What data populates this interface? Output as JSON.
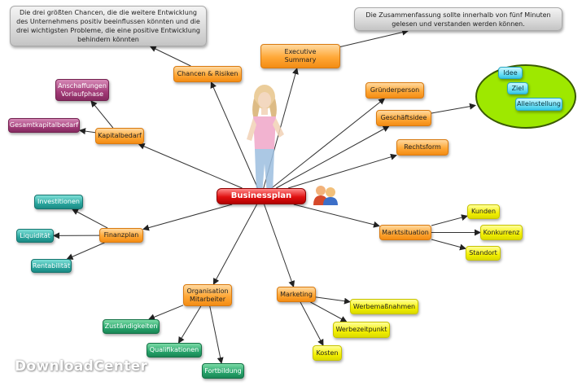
{
  "diagram": {
    "center": "Businessplan",
    "nodes": {
      "executive_summary": "Executive\nSummary",
      "chancen_risiken": "Chancen & Risiken",
      "kapitalbedarf": "Kapitalbedarf",
      "anschaffungen": "Anschaffungen\nVorlaufphase",
      "gesamtkapitalbedarf": "Gesamtkapitalbedarf",
      "gruenderperson": "Gründerperson",
      "geschaeftsidee": "Geschäftsidee",
      "idee": "Idee",
      "ziel": "Ziel",
      "alleinstellung": "Alleinstellung",
      "rechtsform": "Rechtsform",
      "finanzplan": "Finanzplan",
      "investitionen": "Investitionen",
      "liquiditaet": "Liquidität",
      "rentabilitaet": "Rentabilität",
      "marktsituation": "Marktsituation",
      "kunden": "Kunden",
      "konkurrenz": "Konkurrenz",
      "standort": "Standort",
      "organisation": "Organisation\nMitarbeiter",
      "zustaendigkeiten": "Zuständigkeiten",
      "qualifikationen": "Qualifikationen",
      "fortbildung": "Fortbildung",
      "marketing": "Marketing",
      "werbemassnahmen": "Werbemaßnahmen",
      "werbezeitpunkt": "Werbezeitpunkt",
      "kosten": "Kosten"
    },
    "notes": {
      "chancen_note": "Die drei größten Chancen, die die weitere Entwicklung des Unternehmens positiv beeinflussen könnten und die drei wichtigsten Probleme, die eine positive Entwicklung behindern könnten",
      "summary_note": "Die Zusammenfassung sollte innerhalb von fünf Minuten gelesen und verstanden werden können."
    },
    "edges": [
      [
        "center",
        "executive_summary"
      ],
      [
        "center",
        "chancen_risiken"
      ],
      [
        "center",
        "kapitalbedarf"
      ],
      [
        "center",
        "gruenderperson"
      ],
      [
        "center",
        "geschaeftsidee"
      ],
      [
        "center",
        "rechtsform"
      ],
      [
        "center",
        "finanzplan"
      ],
      [
        "center",
        "marktsituation"
      ],
      [
        "center",
        "organisation"
      ],
      [
        "center",
        "marketing"
      ],
      [
        "chancen_risiken",
        "chancen_note"
      ],
      [
        "executive_summary",
        "summary_note"
      ],
      [
        "kapitalbedarf",
        "anschaffungen"
      ],
      [
        "kapitalbedarf",
        "gesamtkapitalbedarf"
      ],
      [
        "geschaeftsidee",
        "idee_group"
      ],
      [
        "finanzplan",
        "investitionen"
      ],
      [
        "finanzplan",
        "liquiditaet"
      ],
      [
        "finanzplan",
        "rentabilitaet"
      ],
      [
        "marktsituation",
        "kunden"
      ],
      [
        "marktsituation",
        "konkurrenz"
      ],
      [
        "marktsituation",
        "standort"
      ],
      [
        "organisation",
        "zustaendigkeiten"
      ],
      [
        "organisation",
        "qualifikationen"
      ],
      [
        "organisation",
        "fortbildung"
      ],
      [
        "marketing",
        "werbemassnahmen"
      ],
      [
        "marketing",
        "werbezeitpunkt"
      ],
      [
        "marketing",
        "kosten"
      ]
    ]
  },
  "watermark": "DownloadCenter",
  "colors": {
    "orange": "#ffa837",
    "yellow": "#f4f000",
    "teal": "#2aa79f",
    "green": "#27a46b",
    "purple": "#a23a77",
    "cyan": "#6fe0f6",
    "grey": "#d8d8d8",
    "red": "#e01010",
    "ellipse": "#9ee800"
  },
  "icons": [
    "person-figure-icon",
    "people-icon"
  ]
}
